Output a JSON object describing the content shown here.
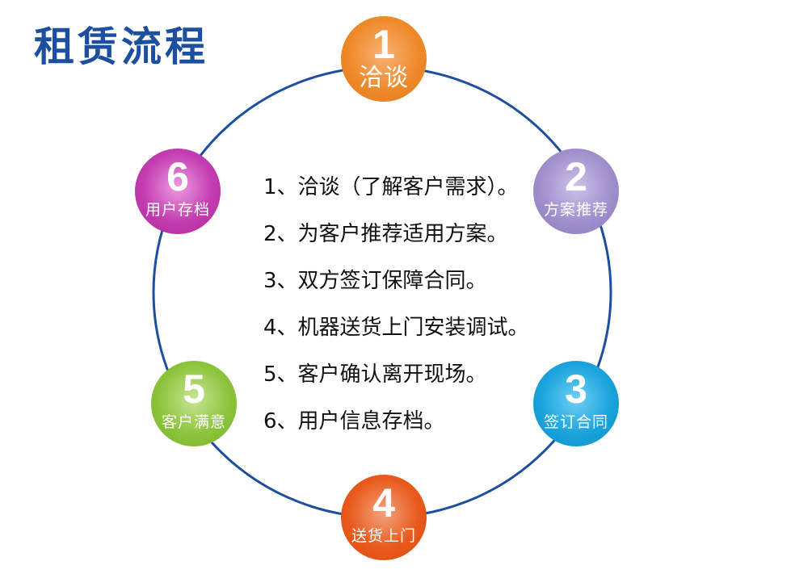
{
  "title": "租赁流程",
  "colors": {
    "title": "#1c4fa0",
    "ring": "#1c4fa0",
    "node1": "#ef8a2a",
    "node2": "#a090cc",
    "node3": "#1aa3dc",
    "node4": "#e85a1c",
    "node5": "#8cc43c",
    "node6": "#c33cb0"
  },
  "nodes": [
    {
      "number": "1",
      "label": "洽谈"
    },
    {
      "number": "2",
      "label": "方案推荐"
    },
    {
      "number": "3",
      "label": "签订合同"
    },
    {
      "number": "4",
      "label": "送货上门"
    },
    {
      "number": "5",
      "label": "客户满意"
    },
    {
      "number": "6",
      "label": "用户存档"
    }
  ],
  "steps": [
    "1、洽谈（了解客户需求）。",
    "2、为客户推荐适用方案。",
    "3、双方签订保障合同。",
    "4、机器送货上门安装调试。",
    "5、客户确认离开现场。",
    "6、用户信息存档。"
  ]
}
